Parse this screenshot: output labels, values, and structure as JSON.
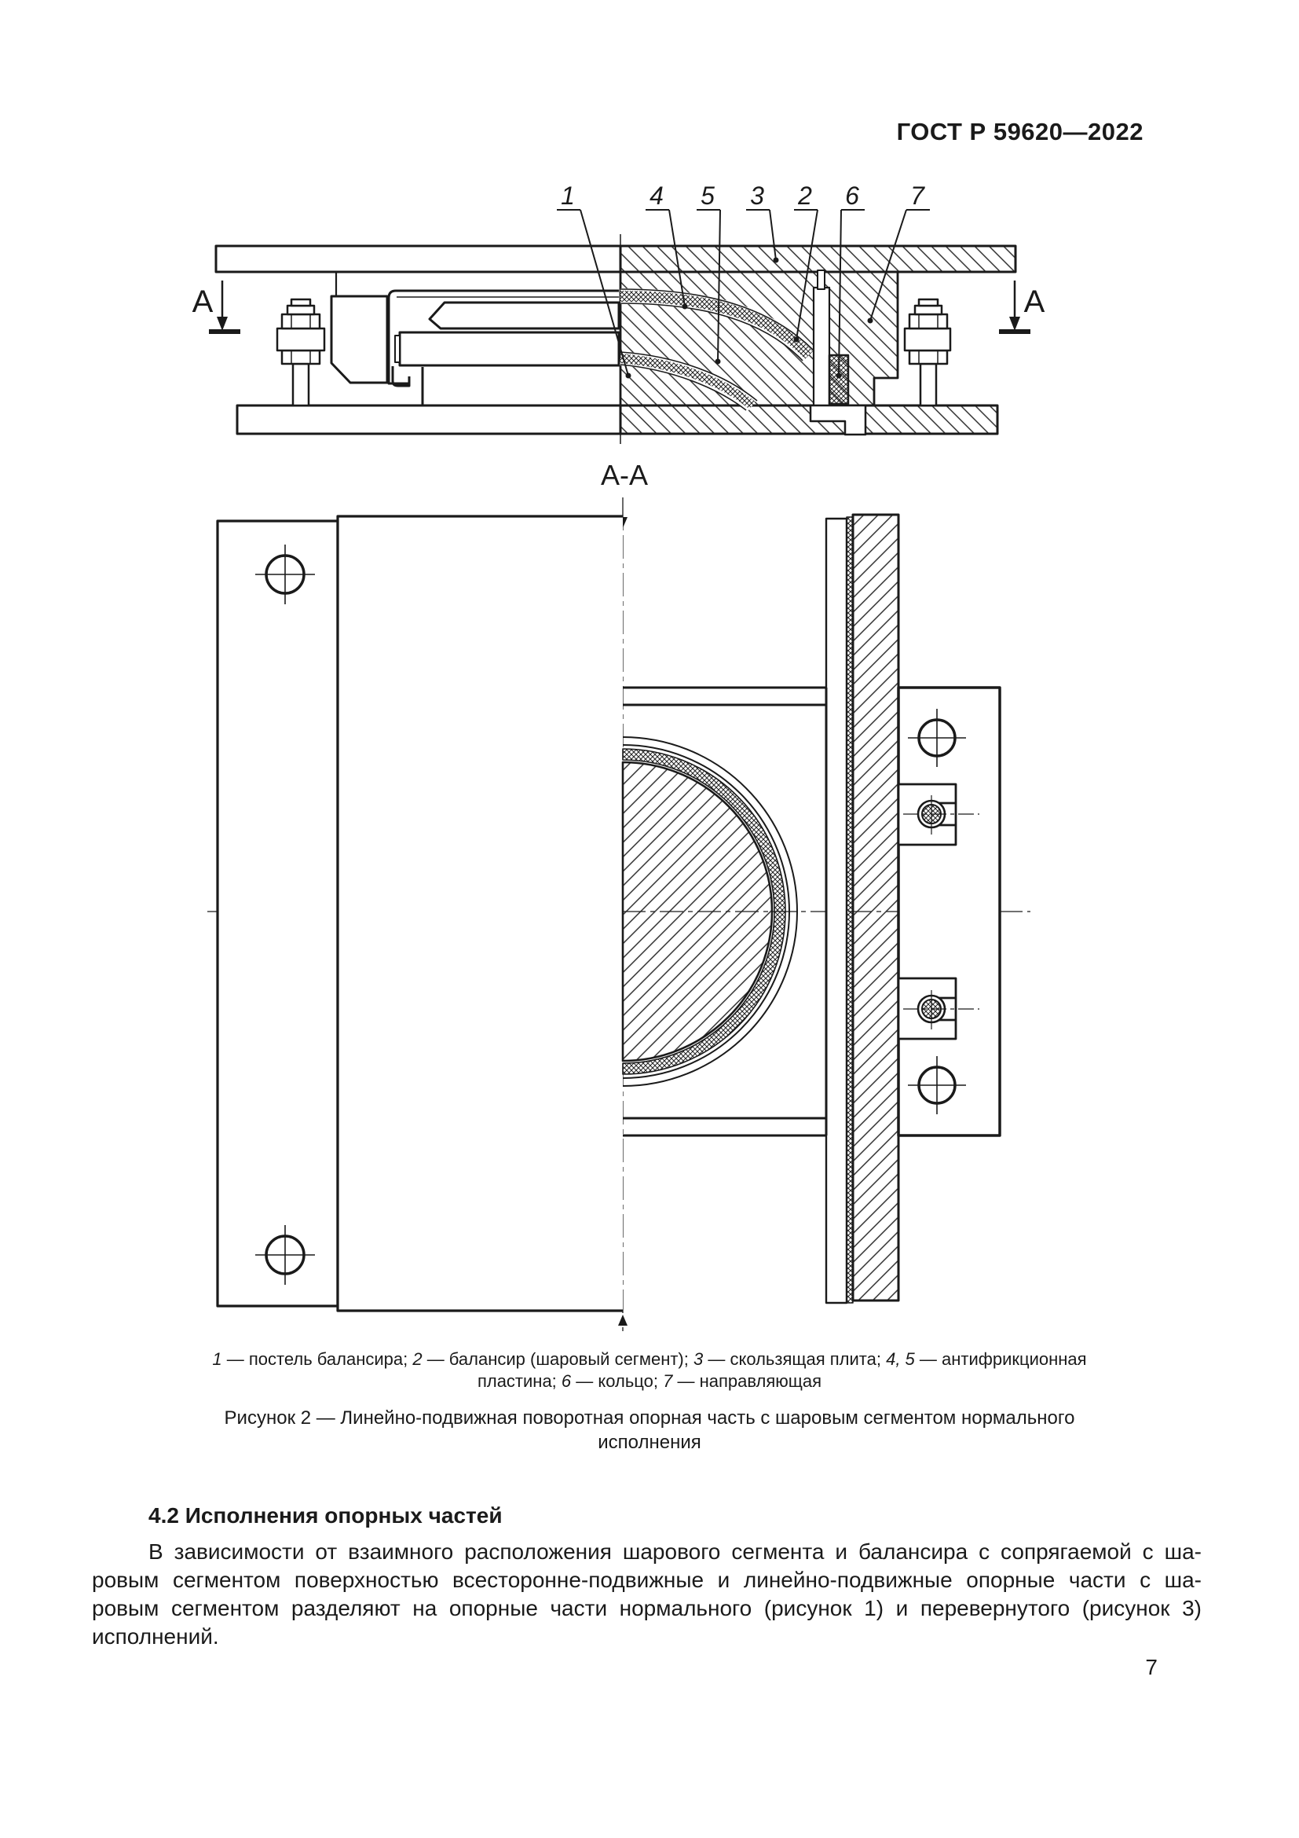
{
  "page": {
    "header": "ГОСТ Р 59620—2022",
    "number": "7"
  },
  "figure1": {
    "callouts": [
      "1",
      "4",
      "5",
      "3",
      "2",
      "6",
      "7"
    ],
    "section_letter_left": "А",
    "section_letter_right": "А"
  },
  "figure2": {
    "view_title": "А-А"
  },
  "legend": {
    "line1": [
      "1",
      " — постель балансира; ",
      "2",
      " — балансир (шаровый сегмент); ",
      "3",
      " — скользящая плита; ",
      "4, 5",
      " — антифрикционная"
    ],
    "line2": [
      "пластина; ",
      "6",
      " — кольцо; ",
      "7",
      " — направляющая"
    ]
  },
  "figure_caption": {
    "line1": "Рисунок 2 — Линейно-подвижная поворотная опорная часть с шаровым сегментом нормального",
    "line2": "исполнения"
  },
  "section": {
    "heading": "4.2  Исполнения опорных частей"
  },
  "paragraph": {
    "line1": "В зависимости от взаимного расположения шарового сегмента и балансира с сопрягаемой с ша-",
    "line2": "ровым сегментом поверхностью всесторонне-подвижные и линейно-подвижные опорные части с ша-",
    "line3": "ровым сегментом разделяют на опорные части нормального (рисунок 1) и перевернутого (рисунок 3)",
    "line4": "исполнений."
  },
  "colors": {
    "ink": "#1a1a1a",
    "paper": "#ffffff"
  }
}
